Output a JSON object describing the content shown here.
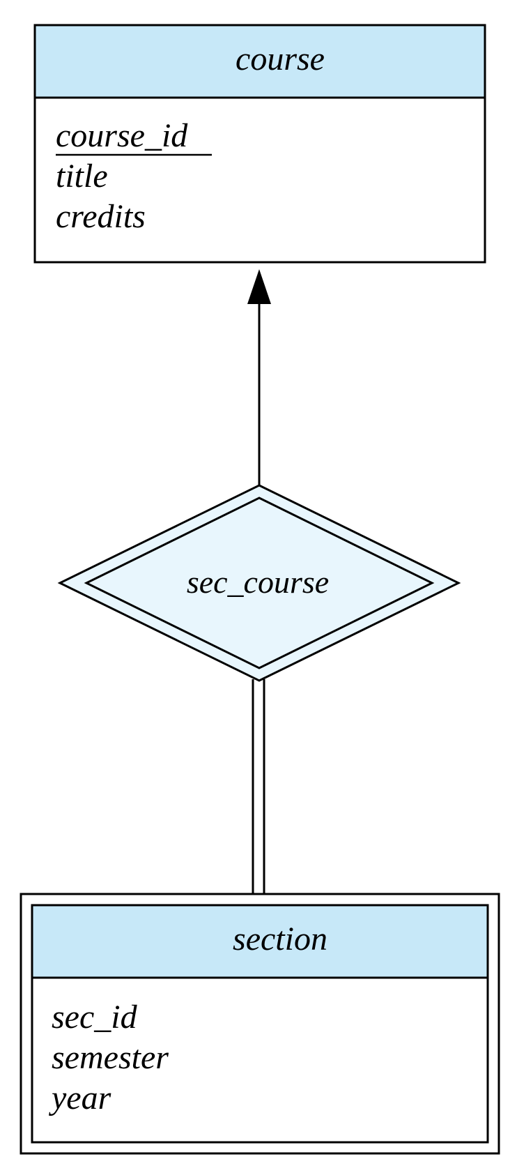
{
  "entities": {
    "course": {
      "name": "course",
      "attributes": [
        {
          "text": "course_id",
          "primary_key": true
        },
        {
          "text": "title",
          "primary_key": false
        },
        {
          "text": "credits",
          "primary_key": false
        }
      ],
      "weak": false
    },
    "section": {
      "name": "section",
      "attributes": [
        {
          "text": "sec_id",
          "primary_key": false
        },
        {
          "text": "semester",
          "primary_key": false
        },
        {
          "text": "year",
          "primary_key": false
        }
      ],
      "weak": true
    }
  },
  "relationship": {
    "name": "sec_course",
    "identifying": true,
    "to_course": "arrow",
    "to_section": "total-participation"
  },
  "colors": {
    "entity_header": "#c7e8f8",
    "relationship_fill": "#e8f6fd",
    "stroke": "#000000",
    "background": "#ffffff"
  }
}
